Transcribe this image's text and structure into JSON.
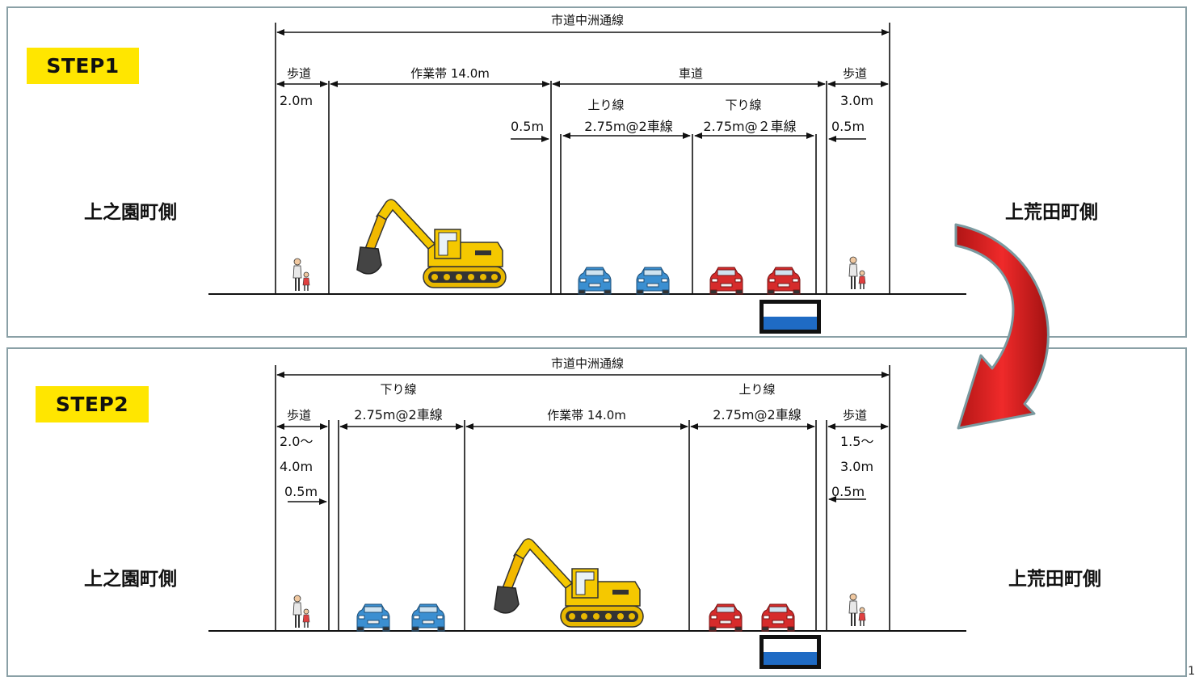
{
  "step1": {
    "badge": "STEP1",
    "left_side": "上之園町側",
    "right_side": "上荒田町側",
    "road_name": "市道中洲通線",
    "labels": {
      "sidewalk_left": "歩道",
      "sidewalk_left_width": "2.0m",
      "work_zone": "作業帯 14.0m",
      "carriageway": "車道",
      "sidewalk_right": "歩道",
      "sidewalk_right_width": "3.0m",
      "gap_left": "0.5m",
      "gap_right": "0.5m",
      "lane_up": "上り線",
      "lane_up_width": "2.75m@2車線",
      "lane_down": "下り線",
      "lane_down_width": "2.75m@２車線"
    }
  },
  "step2": {
    "badge": "STEP2",
    "left_side": "上之園町側",
    "right_side": "上荒田町側",
    "road_name": "市道中洲通線",
    "labels": {
      "lane_down": "下り線",
      "lane_up": "上り線",
      "sidewalk_left": "歩道",
      "sidewalk_left_width_a": "2.0～",
      "sidewalk_left_width_b": "4.0m",
      "gap_left": "0.5m",
      "lane_down_width": "2.75m@2車線",
      "work_zone": "作業帯 14.0m",
      "lane_up_width": "2.75m@2車線",
      "sidewalk_right": "歩道",
      "sidewalk_right_width_a": "1.5～",
      "sidewalk_right_width_b": "3.0m",
      "gap_right": "0.5m"
    }
  },
  "page_number": "1",
  "colors": {
    "badge": "#ffe600",
    "arrow": "#e02020",
    "car_up": "#3b8fd1",
    "car_down": "#d62b2b",
    "excavator": "#f2c200",
    "panel_border": "#8aa0a6"
  },
  "icons": [
    "pedestrian-icon",
    "excavator-icon",
    "car-icon",
    "sign-icon",
    "curved-arrow-icon"
  ]
}
